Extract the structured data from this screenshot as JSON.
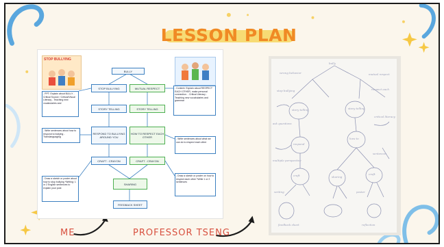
{
  "slide": {
    "title": "LESSON PLAN",
    "caption_left": "ME",
    "caption_right": "PROFESSOR TSENG"
  },
  "left_diagram": {
    "image_label": "STOP BULLYING",
    "nodes": [
      "BULLY",
      "STOP BULLYING",
      "MUTUAL RESPECT",
      "STORY TELLING",
      "STORY TELLING",
      "RESPOND TO BULLYING AROUND YOU",
      "HOW TO RESPECT EACH OTHER",
      "CRAFT : CRAYON",
      "CRAFT : CRAYON",
      "SHARING",
      "FEEDBACK SHEET"
    ],
    "notes_left": [
      "- PPT: Explain about BULLY - Critical Source / Critical/Visual Literacy - Teaching new vocabularies and",
      "- Write sentences about how to respond to bullying - Translanguaging",
      "- Draw a sketch or poster about how to stop bullying *Writing: 1 or 2 English sentences to explain your post"
    ],
    "notes_right": [
      "- Content: Explain about RESPECT EACH OTHER, make personal connection. - Critical Literacy - Teaching new vocabularies and grammar",
      "- Write sentences about what we can do to respect each other",
      "- Draw a sketch or poster on how to respect each other *Write 1 or 2 sentences"
    ]
  },
  "colors": {
    "title": "#f08a24",
    "caption": "#d8503f",
    "accent_blue": "#3b7fc0",
    "accent_green": "#4caf50"
  }
}
